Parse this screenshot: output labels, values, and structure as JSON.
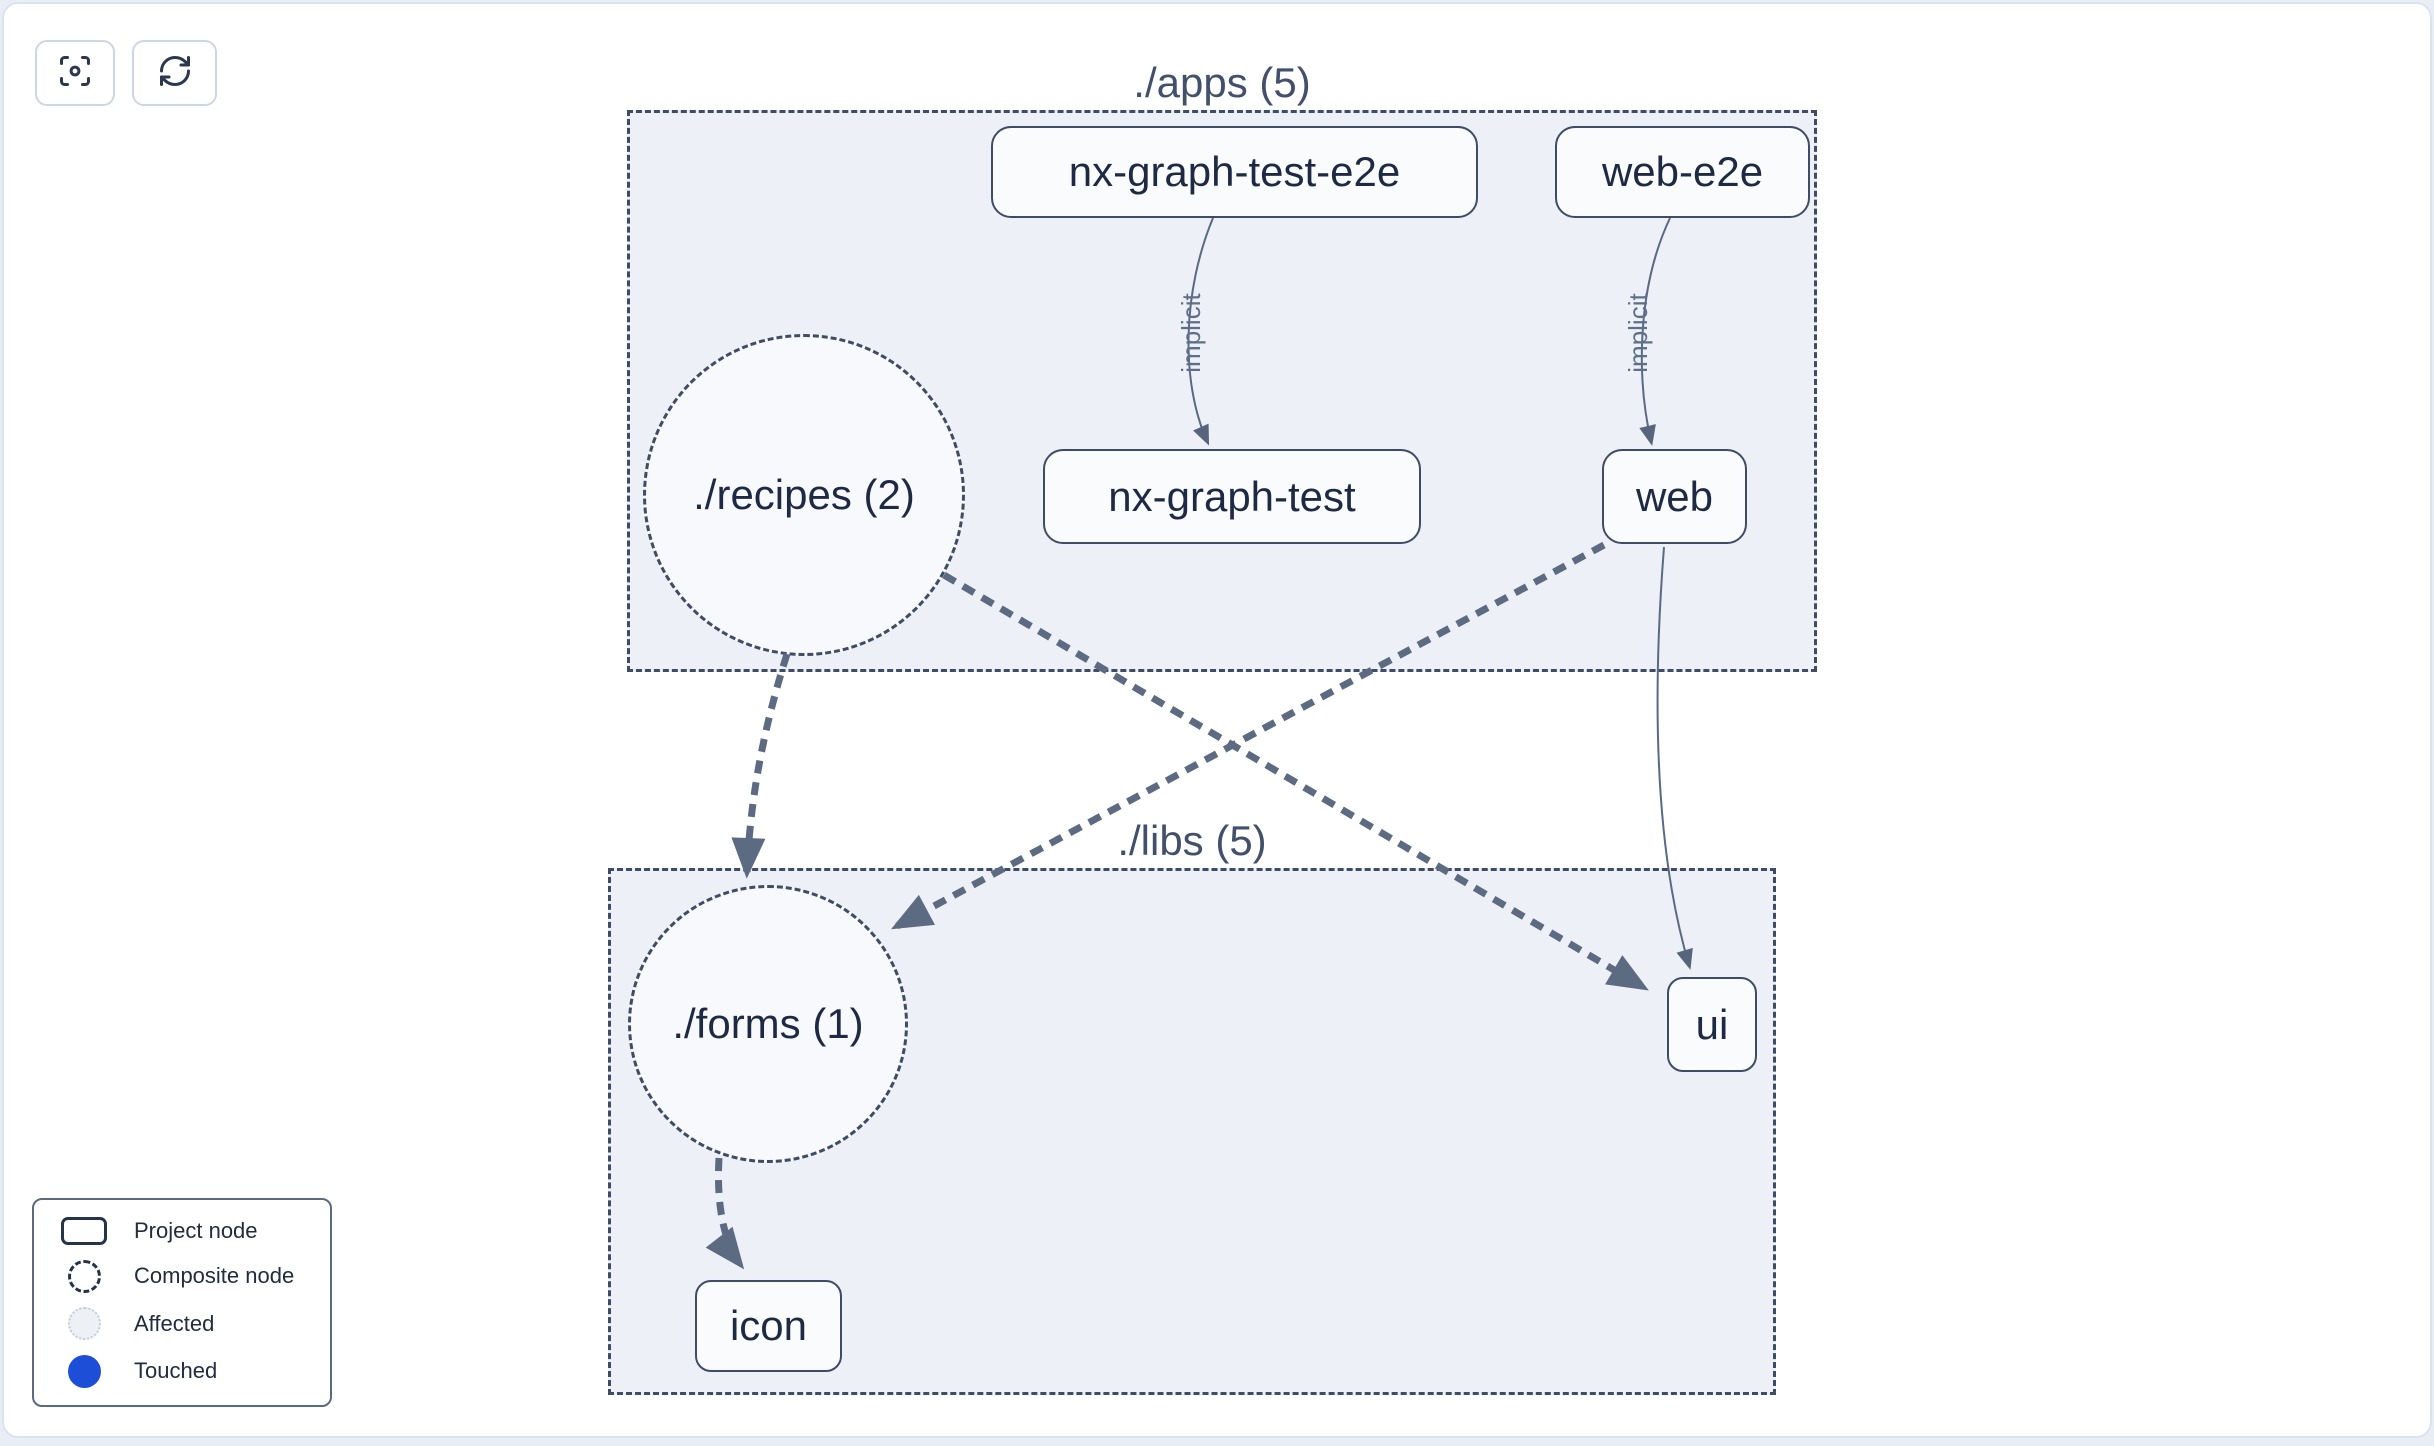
{
  "toolbar": {
    "buttons": [
      {
        "name": "focus",
        "icon": "focus-icon"
      },
      {
        "name": "refresh",
        "icon": "refresh-icon"
      }
    ]
  },
  "graph": {
    "groups": [
      {
        "id": "apps",
        "label": "./apps (5)"
      },
      {
        "id": "libs",
        "label": "./libs (5)"
      }
    ],
    "composite_nodes": [
      {
        "id": "recipes",
        "label": "./recipes (2)"
      },
      {
        "id": "forms",
        "label": "./forms (1)"
      }
    ],
    "project_nodes": [
      {
        "id": "nx-graph-test-e2e",
        "label": "nx-graph-test-e2e"
      },
      {
        "id": "web-e2e",
        "label": "web-e2e"
      },
      {
        "id": "nx-graph-test",
        "label": "nx-graph-test"
      },
      {
        "id": "web",
        "label": "web"
      },
      {
        "id": "ui",
        "label": "ui"
      },
      {
        "id": "icon",
        "label": "icon"
      }
    ],
    "edges": [
      {
        "source": "nx-graph-test-e2e",
        "target": "nx-graph-test",
        "label": "implicit",
        "style": "solid-thin"
      },
      {
        "source": "web-e2e",
        "target": "web",
        "label": "implicit",
        "style": "solid-thin"
      },
      {
        "source": "./recipes",
        "target": "./forms",
        "label": "",
        "style": "dashed-thick"
      },
      {
        "source": "./recipes",
        "target": "ui",
        "label": "",
        "style": "dashed-thick"
      },
      {
        "source": "web",
        "target": "./forms",
        "label": "",
        "style": "dashed-thick"
      },
      {
        "source": "web",
        "target": "ui",
        "label": "",
        "style": "solid-thin"
      },
      {
        "source": "./forms",
        "target": "icon",
        "label": "",
        "style": "dashed-thick"
      }
    ]
  },
  "legend": {
    "items": [
      {
        "glyph": "project-node",
        "label": "Project node"
      },
      {
        "glyph": "composite-node",
        "label": "Composite node"
      },
      {
        "glyph": "affected",
        "label": "Affected"
      },
      {
        "glyph": "touched",
        "label": "Touched"
      }
    ]
  },
  "colors": {
    "touched_blue": "#1d4ed8",
    "group_fill": "#edf0f6",
    "dashed_border": "#3f4c66",
    "edge_gray": "#5c6b81",
    "node_text": "#1e2a44"
  }
}
